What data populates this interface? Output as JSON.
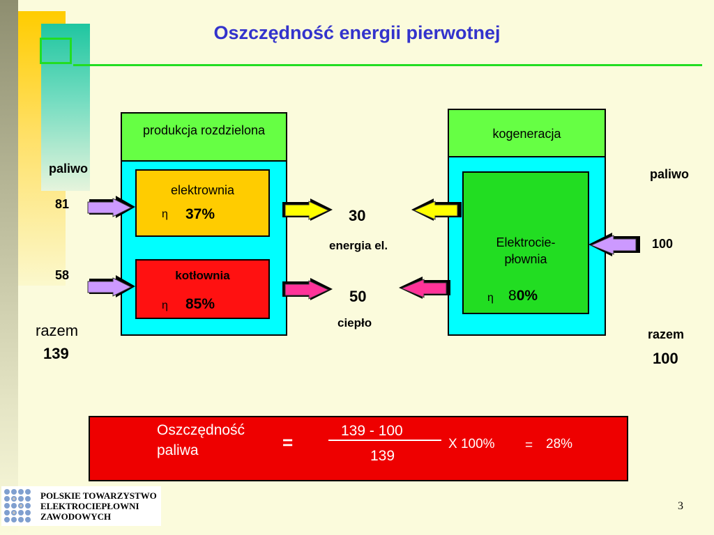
{
  "title": "Oszczędność energii pierwotnej",
  "left_system": {
    "header": "produkcja rozdzielona",
    "plant": {
      "name": "elektrownia",
      "eta": "η",
      "efficiency": "37%"
    },
    "boiler": {
      "name": "kotłownia",
      "eta": "η",
      "efficiency": "85%"
    },
    "fuel_label": "paliwo",
    "fuel_plant": "81",
    "fuel_boiler": "58",
    "total_label": "razem",
    "total_value": "139"
  },
  "center": {
    "electric_value": "30",
    "electric_label": "energia el.",
    "heat_value": "50",
    "heat_label": "ciepło"
  },
  "right_system": {
    "header": "kogeneracja",
    "plant_line1": "Elektrocie-",
    "plant_line2": "płownia",
    "eta": "η",
    "efficiency_prefix": "8",
    "efficiency_rest": "0%",
    "fuel_label": "paliwo",
    "fuel_value": "100",
    "total_label": "razem",
    "total_value": "100"
  },
  "formula": {
    "label_line1": "Oszczędność",
    "label_line2": "paliwa",
    "equals": "=",
    "numerator": "139 - 100",
    "denominator": "139",
    "multiplier": "X 100%",
    "equals2": "=",
    "result": "28%"
  },
  "logo": {
    "line1": "POLSKIE TOWARZYSTWO",
    "line2": "ELEKTROCIEPŁOWNI",
    "line3": "ZAWODOWYCH"
  },
  "page_number": "3",
  "colors": {
    "background": "#fbfbdc",
    "title": "#3333cc",
    "header_green": "#66ff44",
    "cyan": "#00ffff",
    "plant_orange": "#ffcc00",
    "boiler_red": "#ff1111",
    "chp_green": "#22dd22",
    "arrow_violet": "#cc99ff",
    "arrow_yellow": "#ffff00",
    "arrow_pink": "#ff3399",
    "formula_red": "#ee0000"
  }
}
